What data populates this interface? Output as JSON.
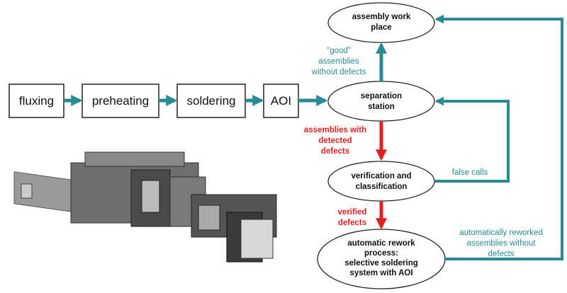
{
  "process_steps": [
    "fluxing",
    "preheating",
    "soldering",
    "AOI"
  ],
  "nodes": {
    "assembly": [
      "assembly work",
      "place"
    ],
    "separation": [
      "separation",
      "station"
    ],
    "verification": [
      "verification and",
      "classification"
    ],
    "rework": [
      "automatic rework",
      "process:",
      "selective soldering",
      "system with AOI"
    ]
  },
  "edge_labels": {
    "good": [
      "\"good\"",
      "assemblies",
      "without defects"
    ],
    "detected": [
      "assemblies with",
      "detected",
      "defects"
    ],
    "verified": [
      "verified",
      "defects"
    ],
    "false_calls": [
      "false calls"
    ],
    "reworked": [
      "automatically reworked",
      "assemblies without",
      "defects"
    ]
  },
  "colors": {
    "teal": "#2a8a94",
    "red": "#e02020",
    "box_border": "#222222"
  }
}
